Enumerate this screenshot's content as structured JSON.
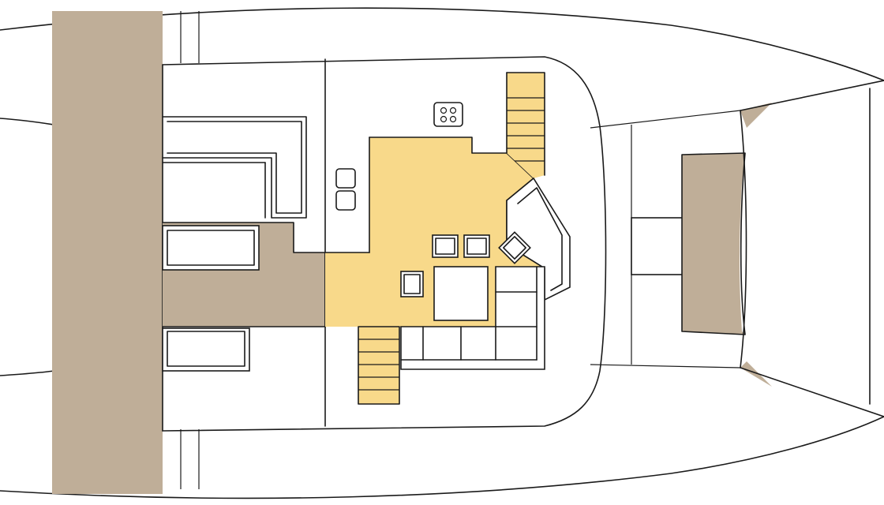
{
  "plan": {
    "type": "catamaran-deck-layout",
    "colors": {
      "background": "#ffffff",
      "outline": "#1a1a1a",
      "teak_deck": "#bfae98",
      "saloon_floor": "#f8d98a",
      "white_fill": "#ffffff"
    },
    "zones": [
      {
        "id": "aft-swim-platform",
        "color_key": "teak_deck"
      },
      {
        "id": "aft-cockpit-floor",
        "color_key": "teak_deck"
      },
      {
        "id": "saloon-galley-floor",
        "color_key": "saloon_floor"
      },
      {
        "id": "companionway-port",
        "color_key": "saloon_floor"
      },
      {
        "id": "companionway-starboard",
        "color_key": "saloon_floor"
      },
      {
        "id": "foredeck-lounge",
        "color_key": "teak_deck"
      }
    ],
    "icons": [
      "cooktop-icon",
      "double-sink-icon",
      "chair-icon",
      "dining-table-icon",
      "sofa-icon",
      "sunbed-icon"
    ]
  }
}
